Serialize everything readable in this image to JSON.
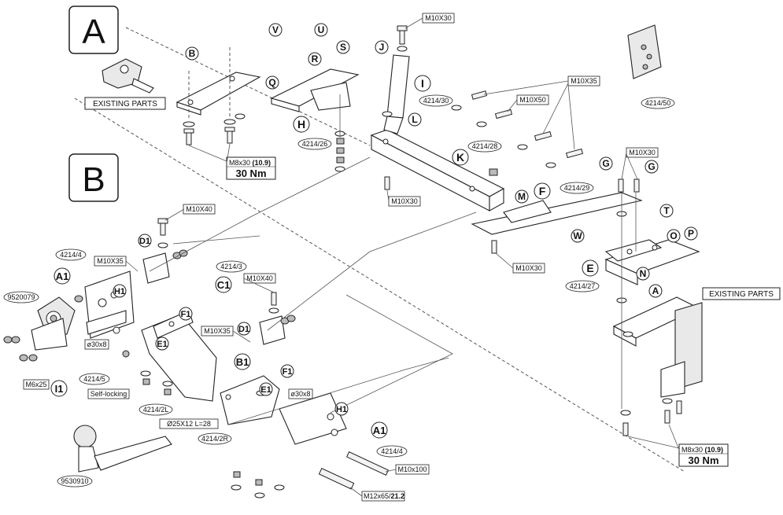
{
  "sections": {
    "a": "A",
    "b": "B"
  },
  "existing_parts": "EXISTING PARTS",
  "torque_value": "30 Nm",
  "bolt_spec_text": "M8x30 (10.9)",
  "small_bolt_spec_main": "M8x30",
  "small_bolt_spec_bold": "(10.9)",
  "fasteners": {
    "m10x30": "M10X30",
    "m10x35": "M10X35",
    "m10x50": "M10X50",
    "m10x40": "M10X40",
    "m10x100": "M10x100",
    "m12x65": "M12x65/",
    "m12x65_bold": "21.2",
    "m6x25": "M6x25",
    "d30x8": "ø30x8",
    "d25": "Ø25X12 L=28",
    "self_locking": "Self-locking"
  },
  "part_numbers": {
    "p4214_30": "4214/30",
    "p4214_26": "4214/26",
    "p4214_28": "4214/28",
    "p4214_29": "4214/29",
    "p4214_27": "4214/27",
    "p4214_50": "4214/50",
    "p4214_4": "4214/4",
    "p4214_3": "4214/3",
    "p4214_5": "4214/5",
    "p4214_2l": "4214/2L",
    "p4214_2r": "4214/2R",
    "p9520079": "9520079",
    "p9530910": "9530910"
  },
  "callouts": {
    "v": "V",
    "u": "U",
    "r": "R",
    "s": "S",
    "q": "Q",
    "b": "B",
    "h": "H",
    "j": "J",
    "i": "I",
    "l": "L",
    "k": "K",
    "m": "M",
    "f": "F",
    "g": "G",
    "t": "T",
    "w": "W",
    "o": "O",
    "p": "P",
    "e": "E",
    "n": "N",
    "a": "A",
    "a1": "A1",
    "d1": "D1",
    "c1": "C1",
    "h1": "H1",
    "f1": "F1",
    "e1": "E1",
    "b1": "B1",
    "i1": "I1"
  }
}
